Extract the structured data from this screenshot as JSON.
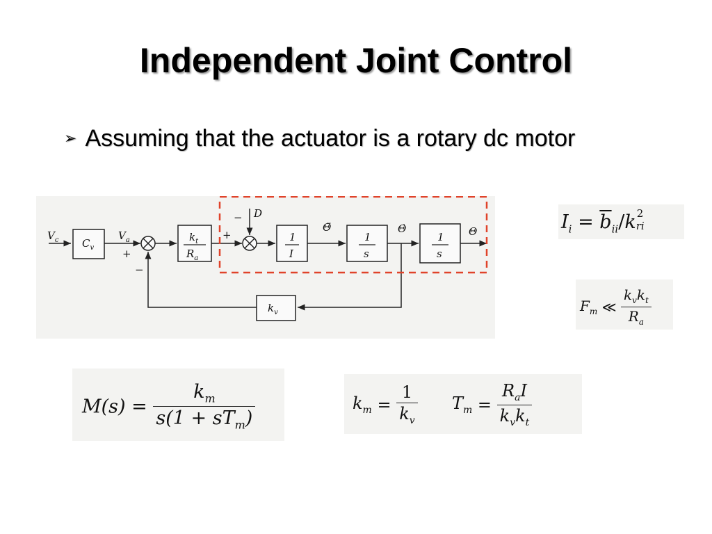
{
  "slide": {
    "title": "Independent Joint Control",
    "bullet": "Assuming that the actuator is a rotary dc motor"
  },
  "diagram": {
    "input_label": "V",
    "input_sub": "c",
    "va_label": "V",
    "va_sub": "a",
    "cv_label": "C",
    "cv_sub": "v",
    "plus": "+",
    "minus": "−",
    "kt_num": "k",
    "kt_sub": "t",
    "ra_den": "R",
    "ra_sub": "a",
    "disturbance": "D",
    "one": "1",
    "inertia_den": "I",
    "s_den": "s",
    "theta_ddot": "Θ̈",
    "theta_dot": "Θ̇",
    "theta": "Θ",
    "kv_label": "k",
    "kv_sub": "v",
    "dashed_color": "#e0432a"
  },
  "formulas": {
    "inertia": {
      "lhs": "I",
      "lhs_sub": "i",
      "eq": "=",
      "b": "b",
      "b_sub": "ii",
      "slash": "/",
      "k": "k",
      "k_sup": "2",
      "k_sub": "ri"
    },
    "friction": {
      "lhs": "F",
      "lhs_sub": "m",
      "rel": "≪",
      "num": "k",
      "num_sub1": "v",
      "num_k": "k",
      "num_sub2": "t",
      "den": "R",
      "den_sub": "a"
    },
    "transfer": {
      "lhs": "M(s)",
      "eq": "=",
      "num": "k",
      "num_sub": "m",
      "den_a": "s(1 + sT",
      "den_sub": "m",
      "den_b": ")"
    },
    "params": {
      "km": "k",
      "km_sub": "m",
      "eq": "=",
      "one": "1",
      "kv": "k",
      "kv_sub": "v",
      "tm": "T",
      "tm_sub": "m",
      "ra": "R",
      "ra_sub": "a",
      "i": "I",
      "kvkt_k1": "k",
      "kvkt_s1": "v",
      "kvkt_k2": "k",
      "kvkt_s2": "t"
    }
  }
}
